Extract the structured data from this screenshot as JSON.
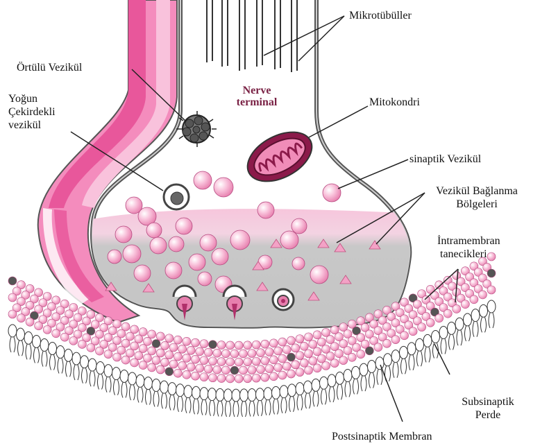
{
  "labels": {
    "mikrotubuller": "Mikrotübüller",
    "ortulu_vezikul": "Örtülü Vezikül",
    "yogun_cekirdekli_vezikul": [
      "Yoğun",
      "Çekirdekli",
      "vezikül"
    ],
    "nerve_terminal": [
      "Nerve",
      "terminal"
    ],
    "mitokondri": "Mitokondri",
    "sinaptik_vezikul": "sinaptik Vezikül",
    "vezikul_baglanma_bolgeleri": [
      "Vezikül Bağlanma",
      "Bölgeleri"
    ],
    "intramembran_tanecikleri": [
      "İntramembran",
      "tanecikleri"
    ],
    "subsinaptik_perde": [
      "Subsinaptik",
      "Perde"
    ],
    "postsinaptik_membran": "Postsinaptik Membran"
  },
  "colors": {
    "axon_pink_dark": "#e8579b",
    "axon_pink_mid": "#f48cbd",
    "axon_pink_light": "#f9c2dc",
    "cytoplasm": "#c8c8c8",
    "vesicle": "#f6a9cc",
    "mitochondrion": "#8b1a4a",
    "membrane_outline": "#4a4a4a",
    "nerve_text": "#7a2245"
  }
}
